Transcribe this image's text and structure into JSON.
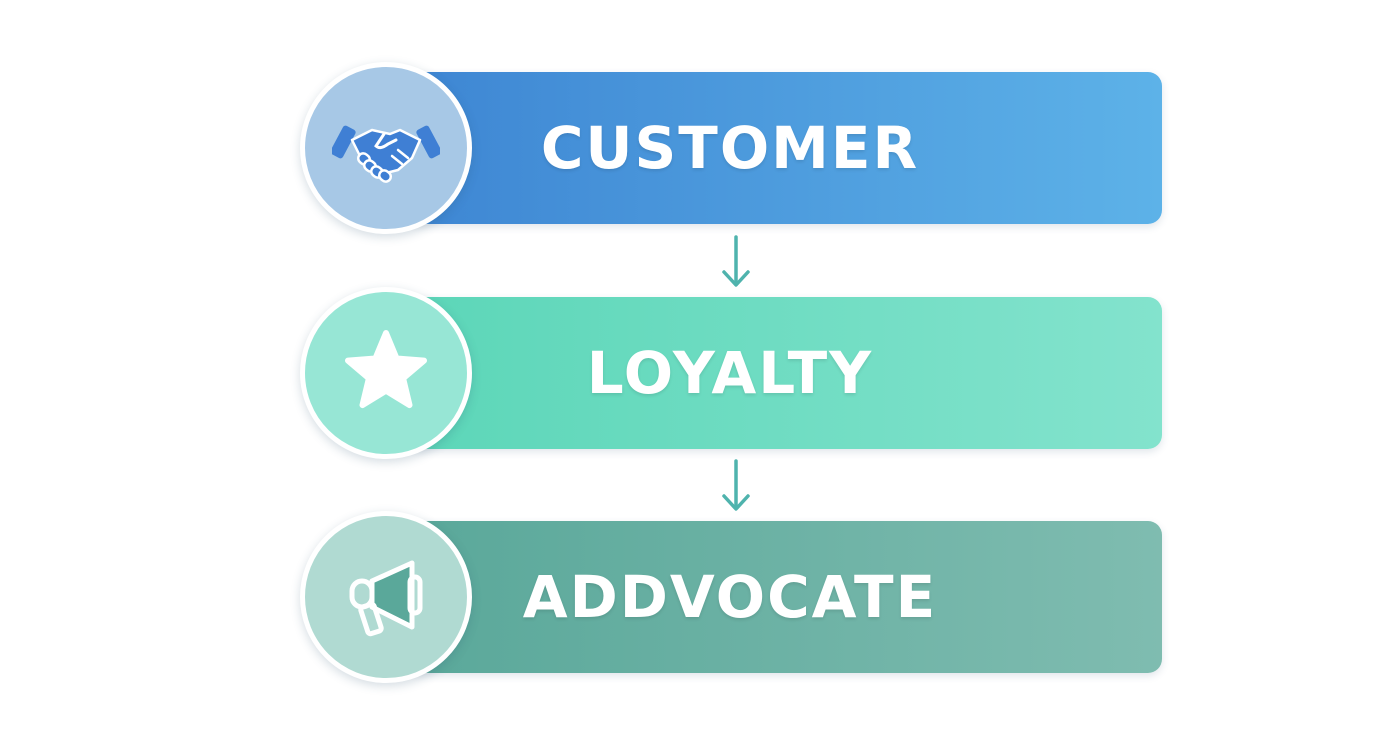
{
  "stages": [
    {
      "label": "CUSTOMER",
      "icon": "handshake-icon"
    },
    {
      "label": "LOYALTY",
      "icon": "star-icon"
    },
    {
      "label": "ADDVOCATE",
      "icon": "megaphone-icon"
    }
  ],
  "colors": {
    "customer_bar_start": "#3e86d3",
    "customer_bar_end": "#5db2e8",
    "customer_circle": "#a7c8e6",
    "loyalty_bar_start": "#5cd6b8",
    "loyalty_bar_end": "#83e3cd",
    "loyalty_circle": "#97e6d5",
    "advocate_bar_start": "#5aa89a",
    "advocate_bar_end": "#7fbcb0",
    "advocate_circle": "#b0dad2",
    "arrow": "#4fb3ad"
  }
}
